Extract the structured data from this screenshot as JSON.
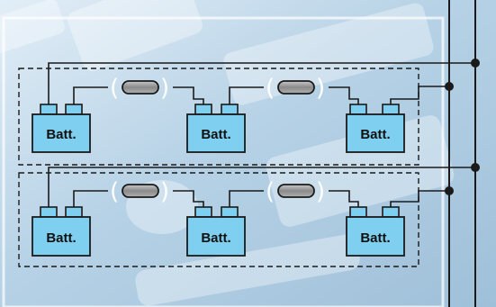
{
  "colors": {
    "background_light": "#d3e5f2",
    "background_mid": "#a9c8de",
    "battery_fill": "#7fd0f0",
    "battery_stroke": "#1a1a1a",
    "wire": "#1a1a1a",
    "fuse_fill": "#9a9a9a",
    "paren": "#ffffff"
  },
  "groups": [
    {
      "batteries": [
        {
          "label": "Batt."
        },
        {
          "label": "Batt."
        },
        {
          "label": "Batt."
        }
      ]
    },
    {
      "batteries": [
        {
          "label": "Batt."
        },
        {
          "label": "Batt."
        },
        {
          "label": "Batt."
        }
      ]
    }
  ]
}
